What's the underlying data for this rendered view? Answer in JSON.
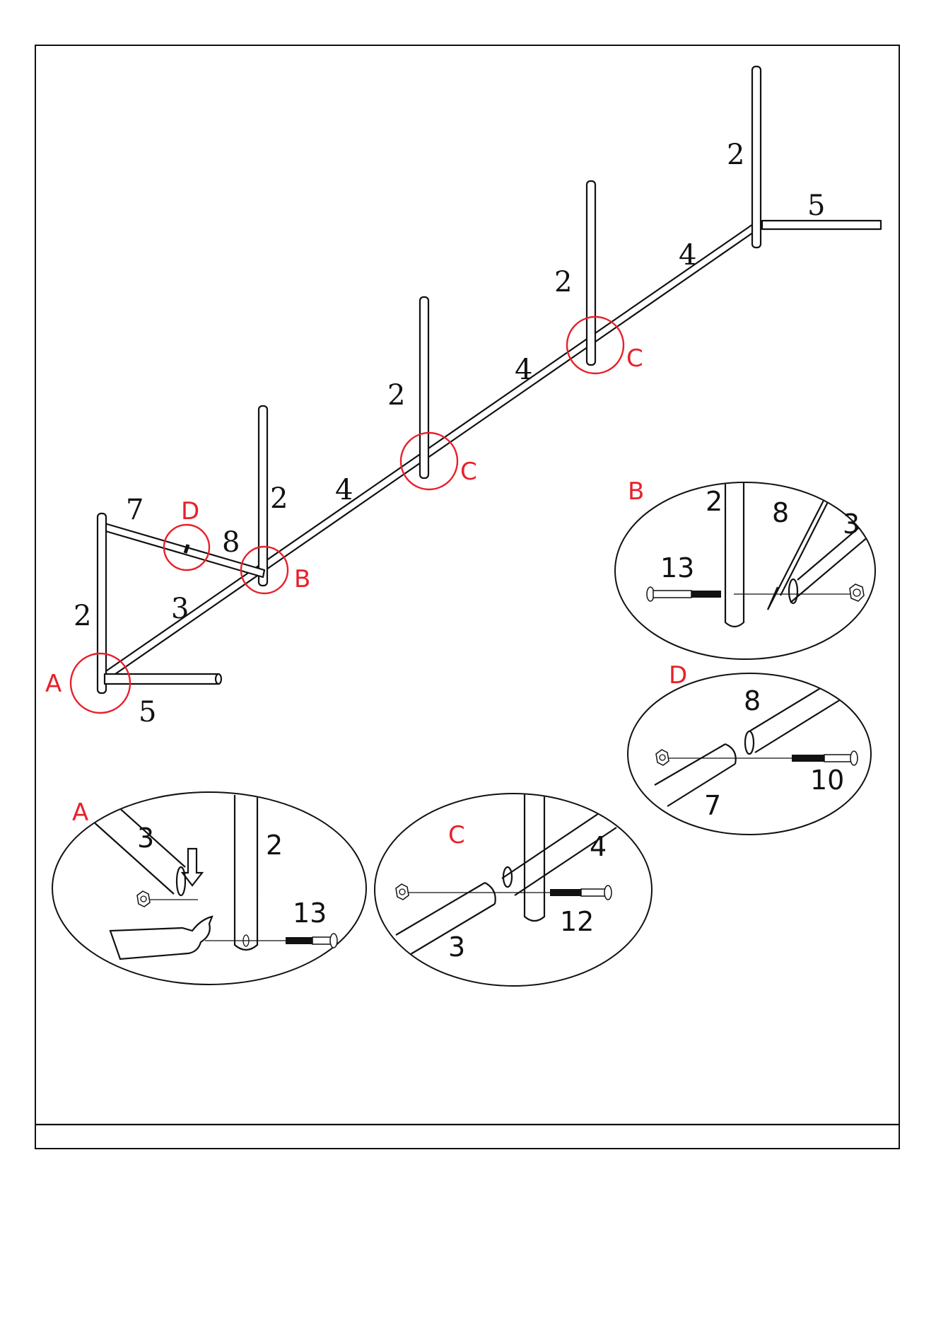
{
  "main_diagram": {
    "part_labels": {
      "leg_far": "2",
      "foot_far": "5",
      "rail_upper": "4",
      "leg_4": "2",
      "rail_mid": "4",
      "leg_3": "2",
      "leg_2": "2",
      "rail_lower": "4",
      "brace_7": "7",
      "brace_8": "8",
      "leg_front": "2",
      "rail_3": "3",
      "foot_front": "5"
    },
    "markers": {
      "a": "A",
      "b": "B",
      "c1": "C",
      "c2": "C",
      "d": "D"
    }
  },
  "detail_b": {
    "title": "B",
    "labels": {
      "leg": "2",
      "brace": "8",
      "rail": "3",
      "bolt": "13"
    }
  },
  "detail_d": {
    "title": "D",
    "labels": {
      "brace_8": "8",
      "brace_7": "7",
      "bolt": "10"
    }
  },
  "detail_a": {
    "title": "A",
    "labels": {
      "rail": "3",
      "leg": "2",
      "bolt": "13"
    }
  },
  "detail_c": {
    "title": "C",
    "labels": {
      "rail_4": "4",
      "rail_3": "3",
      "bolt": "12"
    }
  }
}
